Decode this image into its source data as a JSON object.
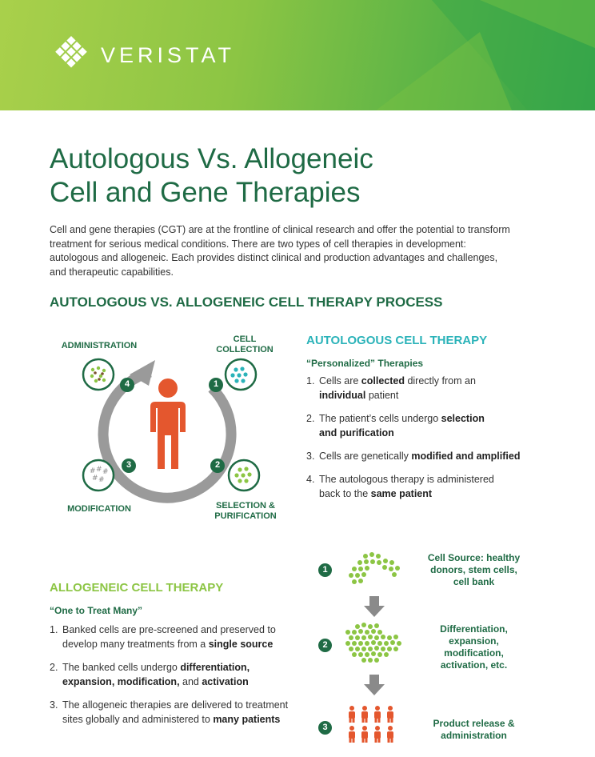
{
  "header": {
    "brand": "VERISTAT",
    "colors": {
      "banner_light": "#a9d04b",
      "banner_dark": "#2fa24a"
    }
  },
  "title": {
    "line1": "Autologous Vs. Allogeneic",
    "line2": "Cell and Gene Therapies"
  },
  "intro": "Cell and gene therapies (CGT) are at the frontline of clinical research and offer the potential to transform treatment for serious medical conditions. There are two types of cell therapies in development: autologous and allogeneic. Each provides distinct clinical and production advantages and challenges, and therapeutic capabilities.",
  "section_heading": "AUTOLOGOUS VS. ALLOGENEIC CELL THERAPY PROCESS",
  "cycle": {
    "nodes": [
      {
        "num": "1",
        "label_l1": "CELL",
        "label_l2": "COLLECTION",
        "icon": "teal-cells-icon"
      },
      {
        "num": "2",
        "label_l1": "SELECTION &",
        "label_l2": "PURIFICATION",
        "icon": "green-cells-icon"
      },
      {
        "num": "3",
        "label_l1": "MODIFICATION",
        "label_l2": "",
        "icon": "modified-cells-icon"
      },
      {
        "num": "4",
        "label_l1": "ADMINISTRATION",
        "label_l2": "",
        "icon": "green-brown-cells-icon"
      }
    ],
    "center_icon": "person-icon"
  },
  "autologous": {
    "heading": "AUTOLOGOUS CELL THERAPY",
    "subheading": "“Personalized” Therapies",
    "steps": [
      {
        "num": "1.",
        "a": "Cells are ",
        "b": "collected",
        "c": " directly from an ",
        "d": "individual",
        "e": " patient"
      },
      {
        "num": "2.",
        "a": "The patient’s cells undergo ",
        "b": "selection and purification",
        "c": "",
        "d": "",
        "e": ""
      },
      {
        "num": "3.",
        "a": "Cells are genetically ",
        "b": "modified and amplified",
        "c": "",
        "d": "",
        "e": ""
      },
      {
        "num": "4.",
        "a": "The autologous therapy is administered back to the ",
        "b": "same patient",
        "c": "",
        "d": "",
        "e": ""
      }
    ]
  },
  "allogeneic": {
    "heading": "ALLOGENEIC CELL THERAPY",
    "subheading": "“One to Treat Many”",
    "steps": [
      {
        "num": "1.",
        "a": "Banked cells are pre-screened and preserved to develop many treatments from a ",
        "b": "single source",
        "c": "",
        "d": "",
        "e": ""
      },
      {
        "num": "2.",
        "a": "The banked cells undergo ",
        "b": "differentiation, expansion, modification,",
        "c": " and ",
        "d": "activation",
        "e": ""
      },
      {
        "num": "3.",
        "a": "The allogeneic therapies are delivered to treatment sites globally and administered to ",
        "b": "many patients",
        "c": "",
        "d": "",
        "e": ""
      }
    ]
  },
  "flow": {
    "steps": [
      {
        "num": "1",
        "label_l1": "Cell Source: healthy",
        "label_l2": "donors, stem cells,",
        "label_l3": "cell bank",
        "label_l4": ""
      },
      {
        "num": "2",
        "label_l1": "Differentiation,",
        "label_l2": "expansion,",
        "label_l3": "modification,",
        "label_l4": "activation, etc."
      },
      {
        "num": "3",
        "label_l1": "Product release &",
        "label_l2": "administration",
        "label_l3": "",
        "label_l4": ""
      }
    ]
  }
}
